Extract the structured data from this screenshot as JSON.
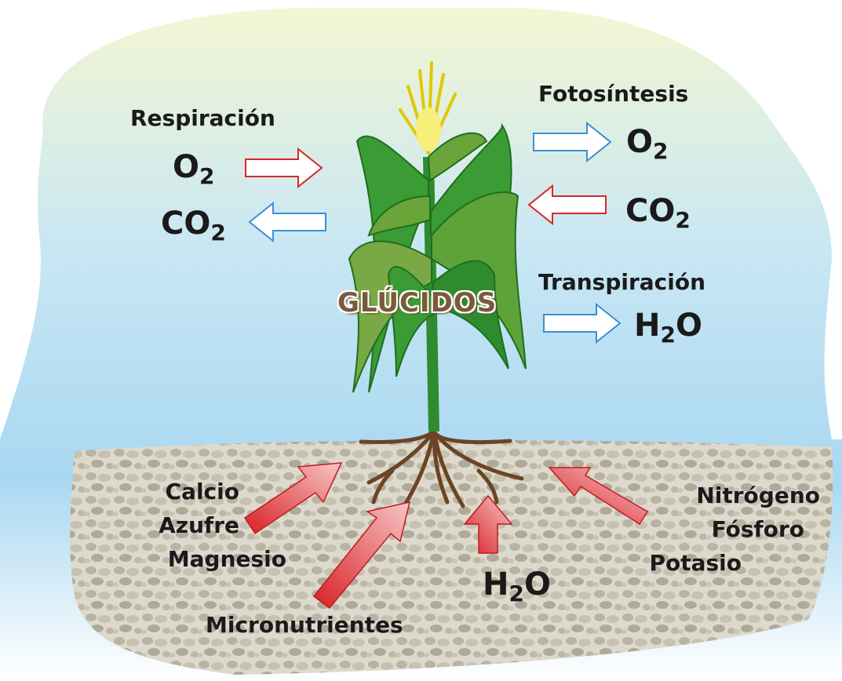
{
  "labels": {
    "respiracion": "Respiración",
    "fotosintesis": "Fotosíntesis",
    "transpiracion": "Transpiración",
    "glucidos": "GLÚCIDOS",
    "o2_left": {
      "base": "O",
      "sub": "2"
    },
    "co2_left": {
      "base": "CO",
      "sub": "2"
    },
    "o2_right": {
      "base": "O",
      "sub": "2"
    },
    "co2_right": {
      "base": "CO",
      "sub": "2"
    },
    "h2o_right": {
      "base": "H",
      "sub": "2",
      "tail": "O"
    },
    "h2o_bottom": {
      "base": "H",
      "sub": "2",
      "tail": "O"
    },
    "left_nutrients": [
      "Calcio",
      "Azufre",
      "Magnesio"
    ],
    "right_nutrients": [
      "Nitrógeno",
      "Fósforo",
      "Potasio"
    ],
    "micronutrientes": "Micronutrientes"
  },
  "colors": {
    "sky_top": "#f4f7d8",
    "sky_bottom": "#bfe3f5",
    "soil": "#cfcbbd",
    "red_arrow": "#d9262c",
    "blue_arrow": "#3b8fd6",
    "outline_arrow": "#3a3a8a",
    "stem": "#2e8b2e",
    "leaf_light": "#6aa53a",
    "root": "#6b4423",
    "tassel": "#f2e85a"
  }
}
